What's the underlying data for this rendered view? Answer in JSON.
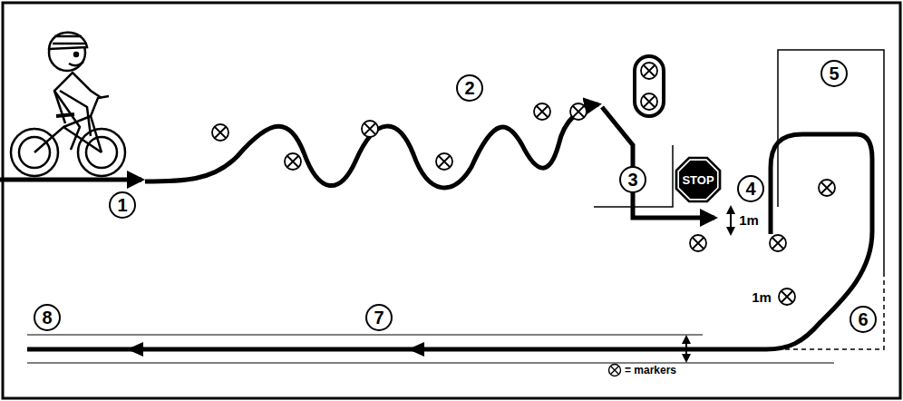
{
  "diagram": {
    "nodes": [
      {
        "text": [
          "STOP"
        ]
      }
    ],
    "labels": [
      "1",
      "2",
      "3",
      "4",
      "5",
      "6",
      "7",
      "8",
      "1m",
      "1m"
    ],
    "legend": [
      {
        "text": "= markers"
      }
    ]
  }
}
